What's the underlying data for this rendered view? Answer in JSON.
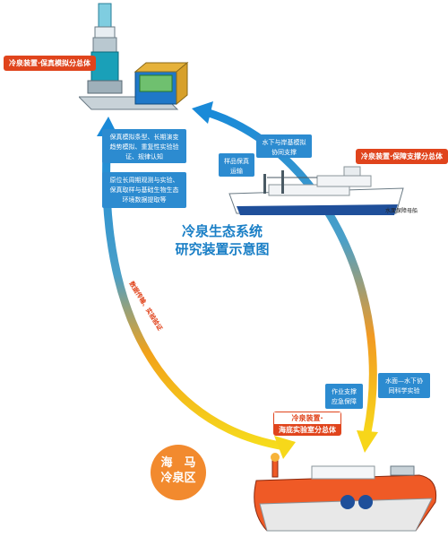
{
  "labels": {
    "simulator_system": "冷泉装置·保真模拟分总体",
    "support_system": "冷泉装置·保障支撑分总体",
    "lab_system_line1": "冷泉装置·",
    "lab_system_line2": "海底实验室分总体"
  },
  "boxes": {
    "simulation_research": "保真模拟条型、长期演变趋势模拟、重复性实验验证、规律认知",
    "insitu_observation": "原位长周期观测与实验、保真取样与基础生物生态环境数据提取等",
    "underwater_support": "水下与岸基模拟协同支撑",
    "sample_transport": "样品保真运输",
    "work_support": "作业支撑应急保障",
    "surface_underwater": "水面—水下协同科学实验"
  },
  "arrow_caption": "数据传输、实验验证",
  "center_title": {
    "line1": "冷泉生态系统",
    "line2": "研究装置示意图"
  },
  "site": {
    "line1": "海　马",
    "line2": "冷泉区"
  },
  "ship_caption": "水面保障母船",
  "colors": {
    "accent": "#e0441c",
    "blue": "#2c8bd0",
    "orange": "#f28a2e",
    "yellow": "#f4d21a"
  }
}
